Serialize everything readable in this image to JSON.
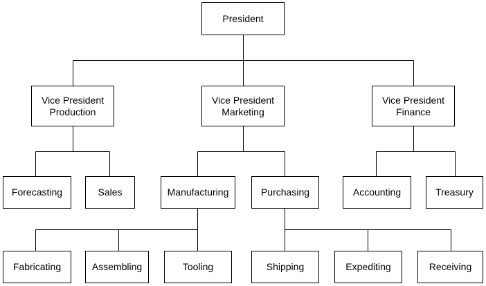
{
  "org_chart": {
    "president": "President",
    "vp_production": [
      "Vice President",
      "Production"
    ],
    "vp_marketing": [
      "Vice President",
      "Marketing"
    ],
    "vp_finance": [
      "Vice President",
      "Finance"
    ],
    "forecasting": "Forecasting",
    "sales": "Sales",
    "manufacturing": "Manufacturing",
    "purchasing": "Purchasing",
    "accounting": "Accounting",
    "treasury": "Treasury",
    "fabricating": "Fabricating",
    "assembling": "Assembling",
    "tooling": "Tooling",
    "shipping": "Shipping",
    "expediting": "Expediting",
    "receiving": "Receiving"
  },
  "colors": {
    "line": "#000000",
    "box_border": "#000000",
    "background": "#ffffff"
  }
}
